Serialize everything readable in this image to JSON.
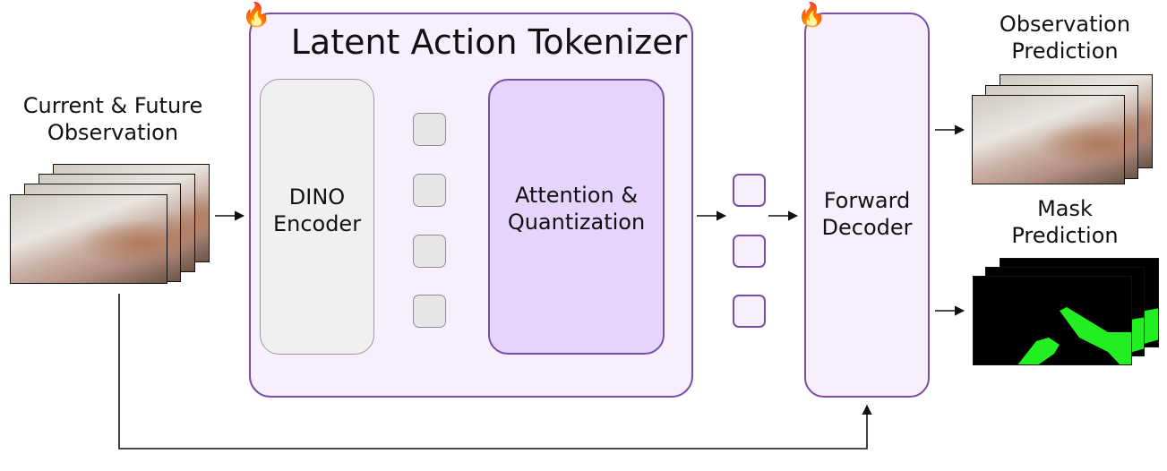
{
  "input": {
    "line1": "Current & Future",
    "line2": "Observation"
  },
  "tokenizer": {
    "title": "Latent Action Tokenizer"
  },
  "encoder": {
    "line1": "DINO",
    "line2": "Encoder"
  },
  "attention": {
    "line1": "Attention &",
    "line2": "Quantization"
  },
  "decoder": {
    "line1": "Forward",
    "line2": "Decoder"
  },
  "obs_pred": {
    "line1": "Observation",
    "line2": "Prediction"
  },
  "mask_pred": {
    "line1": "Mask",
    "line2": "Prediction"
  },
  "icons": {
    "trainable": "fire-icon"
  },
  "colors": {
    "accent": "#7b4ea6",
    "panel": "#f7effd",
    "attention_fill": "#e7d4fc",
    "mask_green": "#22ee22"
  }
}
